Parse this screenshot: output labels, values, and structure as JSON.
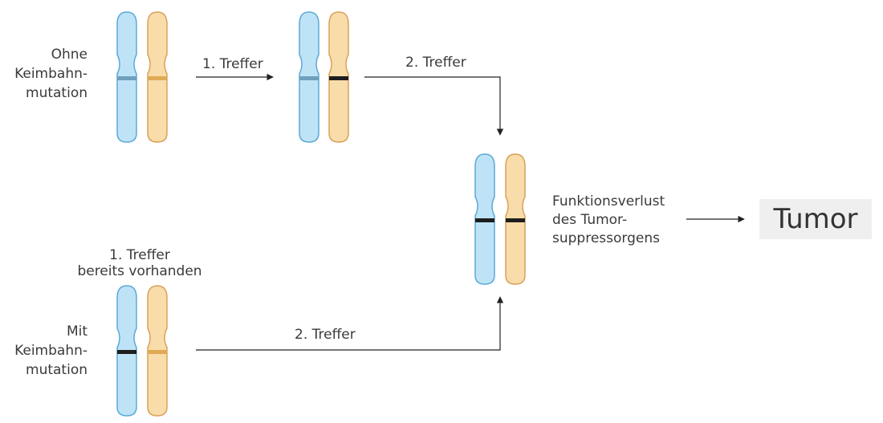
{
  "labels": {
    "without_germline": [
      "Ohne",
      "Keimbahn-",
      "mutation"
    ],
    "with_germline": [
      "Mit",
      "Keimbahn-",
      "mutation"
    ],
    "first_hit": "1. Treffer",
    "second_hit_top": "2. Treffer",
    "second_hit_bottom": "2. Treffer",
    "first_hit_present": [
      "1. Treffer",
      "bereits vorhanden"
    ],
    "loss_of_function": [
      "Funktionsverlust",
      "des Tumor-",
      "suppressorgens"
    ],
    "tumor": "Tumor"
  },
  "colors": {
    "chromosome_blue_fill": "#bfe3f6",
    "chromosome_blue_stroke": "#5aa9d8",
    "chromosome_orange_fill": "#f8dcaa",
    "chromosome_orange_stroke": "#d9a25a",
    "band_blue_normal": "#6fa0bd",
    "band_orange_normal": "#e0aa55",
    "band_mutated": "#1e1e1e",
    "arrow": "#222222",
    "tumor_box": "#efefef"
  }
}
